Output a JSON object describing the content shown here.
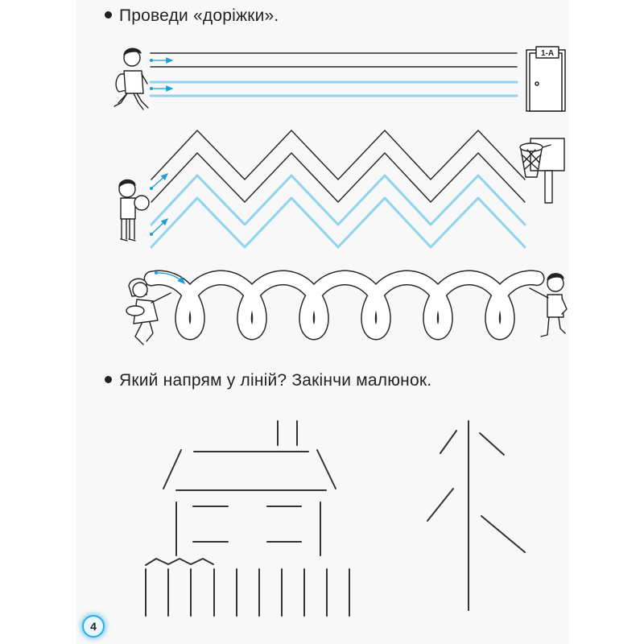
{
  "task1": {
    "heading": "Проведи «доріжки»."
  },
  "task2": {
    "heading": "Який напрям у ліній? Закінчи малюнок."
  },
  "door": {
    "label": "1-А"
  },
  "page_number": "4",
  "colors": {
    "guide_black": "#2a2a2a",
    "guide_blue": "#8fd3ef",
    "arrow_blue": "#1a9fd6",
    "page_badge": "#2bb0e6"
  }
}
